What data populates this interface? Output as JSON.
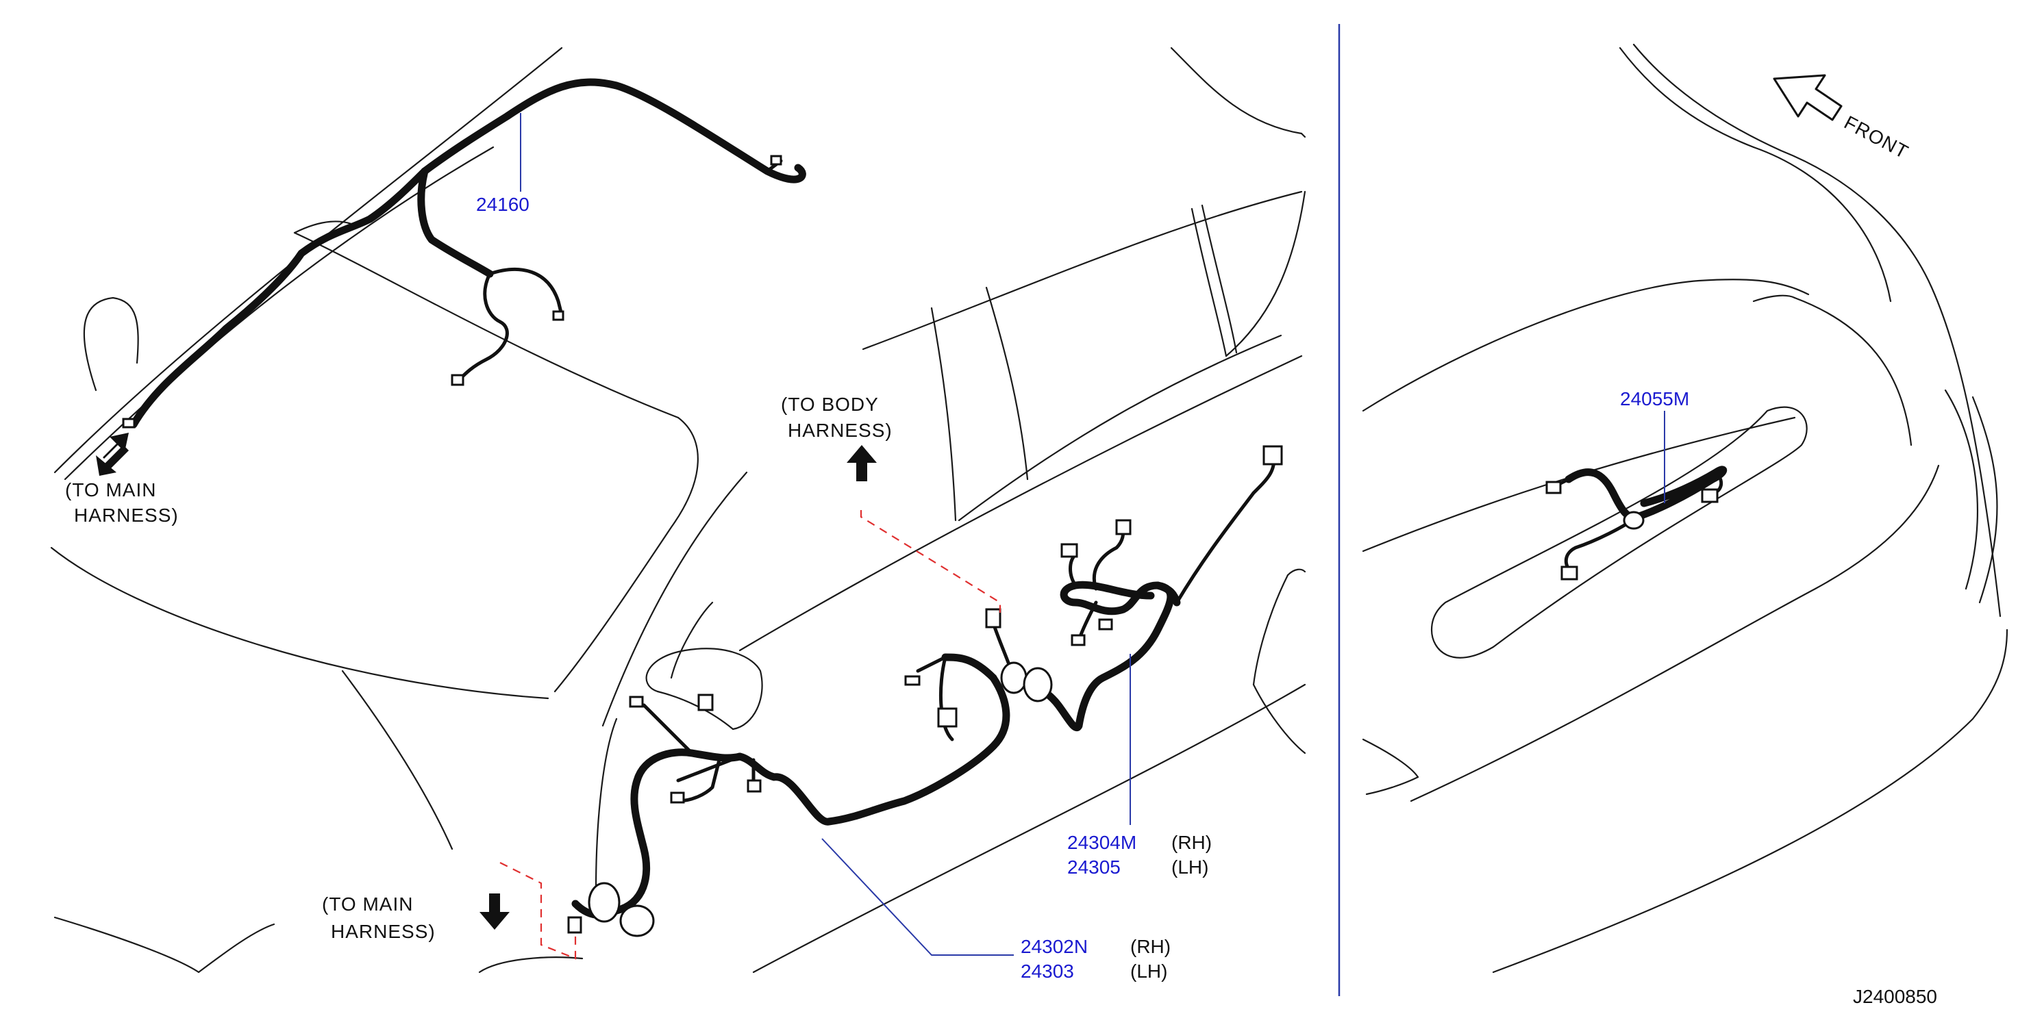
{
  "diagram_id": "J2400850",
  "front_label": "FRONT",
  "notes": {
    "to_main_upper": [
      "(TO   MAIN",
      "HARNESS)"
    ],
    "to_body": [
      "(TO   BODY",
      "HARNESS)"
    ],
    "to_main_lower": [
      "(TO   MAIN",
      "HARNESS)"
    ]
  },
  "parts": {
    "roof": {
      "number": "24160"
    },
    "rear_door": {
      "rh_number": "24304M",
      "rh_side": "(RH)",
      "lh_number": "24305",
      "lh_side": "(LH)"
    },
    "front_door": {
      "rh_number": "24302N",
      "rh_side": "(RH)",
      "lh_number": "24303",
      "lh_side": "(LH)"
    },
    "back_door": {
      "number": "24055M"
    }
  },
  "colors": {
    "part_number": "#1a1ad0",
    "guide_dash": "#e03030",
    "harness": "#111111"
  }
}
